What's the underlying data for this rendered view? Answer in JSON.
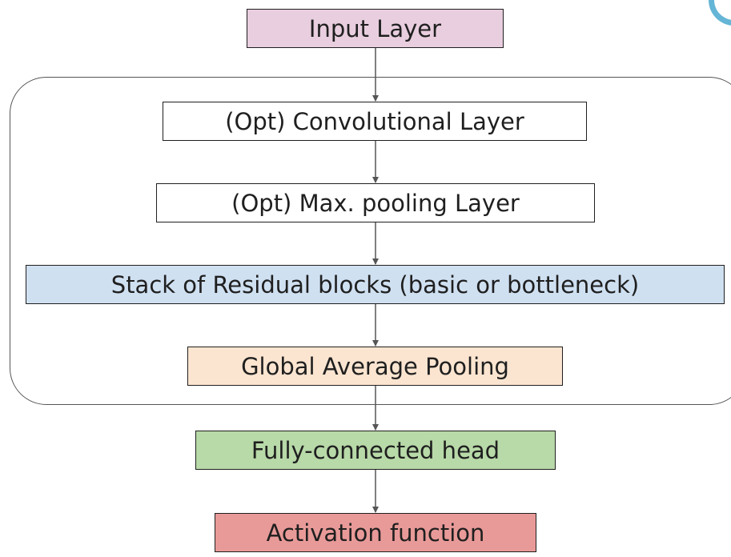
{
  "diagram": {
    "nodes": [
      {
        "id": "input",
        "label": "Input Layer",
        "fill": "#e8cede"
      },
      {
        "id": "conv",
        "label": "(Opt) Convolutional Layer",
        "fill": "#ffffff"
      },
      {
        "id": "maxpool",
        "label": "(Opt) Max. pooling Layer",
        "fill": "#ffffff"
      },
      {
        "id": "residual",
        "label": "Stack of Residual blocks (basic or bottleneck)",
        "fill": "#cfe0f1"
      },
      {
        "id": "gap",
        "label": "Global Average Pooling",
        "fill": "#fbe5d0"
      },
      {
        "id": "fc",
        "label": "Fully-connected head",
        "fill": "#b8d9a8"
      },
      {
        "id": "activation",
        "label": "Activation function",
        "fill": "#e89a98"
      }
    ],
    "edges": [
      {
        "from": "input",
        "to": "conv"
      },
      {
        "from": "conv",
        "to": "maxpool"
      },
      {
        "from": "maxpool",
        "to": "residual"
      },
      {
        "from": "residual",
        "to": "gap"
      },
      {
        "from": "gap",
        "to": "fc"
      },
      {
        "from": "fc",
        "to": "activation"
      }
    ],
    "colors": {
      "arrow": "#555555",
      "border": "#1f1f1f",
      "group_border": "#555555",
      "deco": "#64b5d6"
    }
  }
}
